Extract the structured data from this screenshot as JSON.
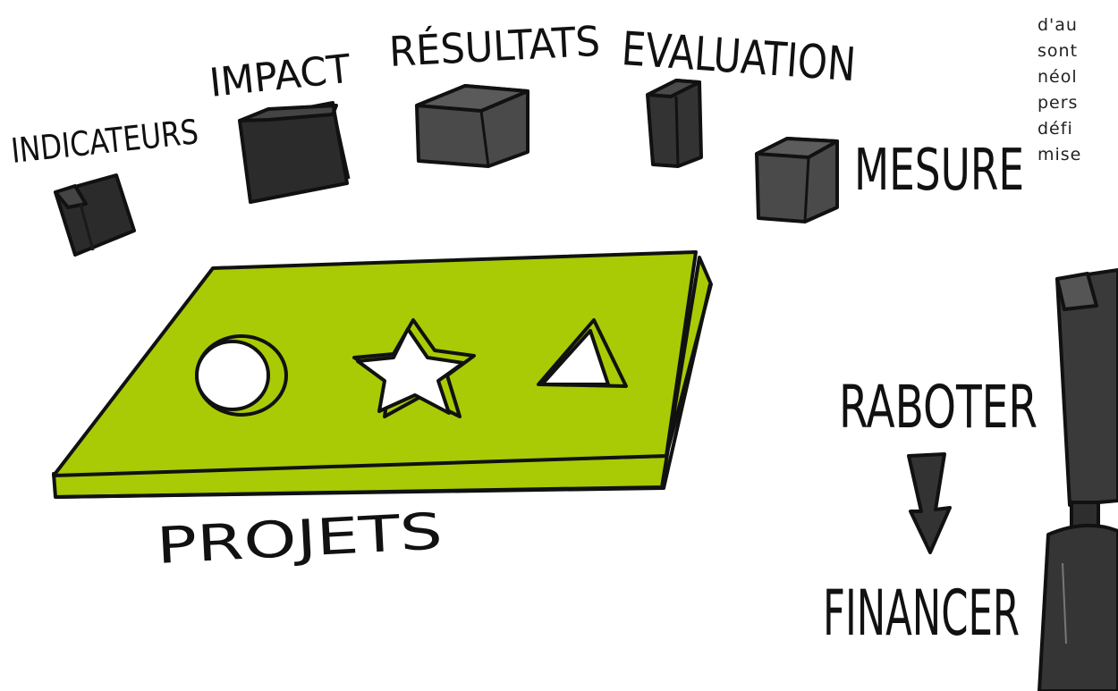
{
  "labels": {
    "indicateurs": "INDICATEURS",
    "impact": "IMPACT",
    "resultats": "RÉSULTATS",
    "evaluation": "EVALUATION",
    "mesure": "MESURE",
    "projets": "PROJETS",
    "raboter": "RABOTER",
    "financer": "FINANCER"
  },
  "side_text": [
    "d'au",
    "sont",
    "néol",
    "pers",
    "défi",
    "mise"
  ],
  "colors": {
    "board": "#a8cb05",
    "block_dark": "#2b2b2b",
    "block_mid": "#4a4a4a",
    "ink": "#111111",
    "tool_handle": "#3a3a3a"
  },
  "icons": [
    "cube-icon",
    "star-hole-icon",
    "circle-hole-icon",
    "triangle-hole-icon",
    "down-arrow-icon",
    "chisel-icon"
  ]
}
